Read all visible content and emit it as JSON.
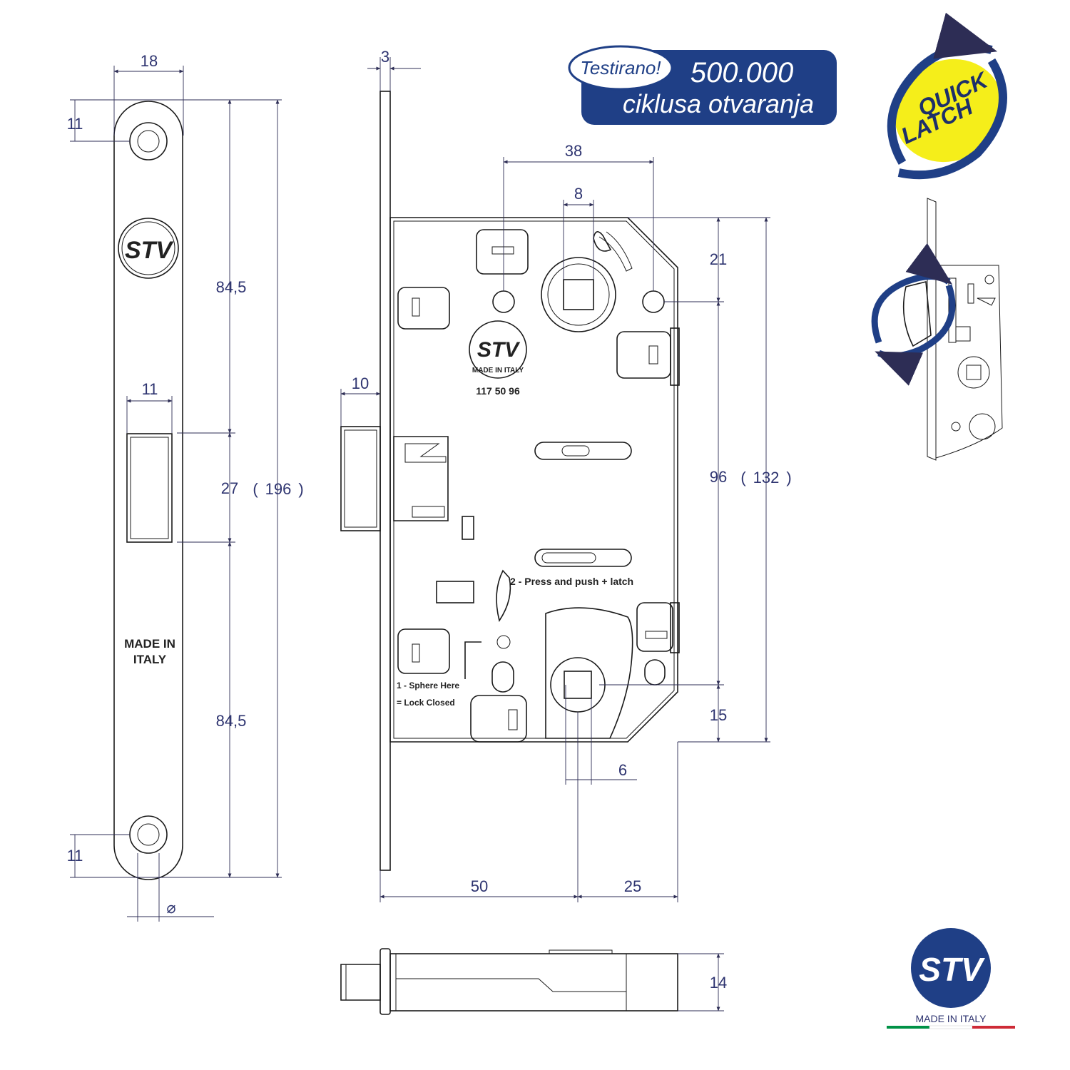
{
  "banner": {
    "tag": "Testirano!",
    "cycles": "500.000",
    "subtitle": "ciklusa otvaranja",
    "color": "#1f3f86"
  },
  "quick_latch": {
    "line1": "QUICK",
    "line2": "LATCH",
    "yellow": "#f5ee1a",
    "blue": "#1f3f86"
  },
  "faceplate": {
    "logo": "STV",
    "made_in": "MADE IN",
    "italy": "ITALY",
    "dims": {
      "width": "18",
      "hole_top": "11",
      "hole_bottom": "11",
      "upper": "84,5",
      "latch_height": "27",
      "total_open": "(",
      "total": "196",
      "total_close": ")",
      "lower": "84,5",
      "latch_width": "11",
      "hole_diameter": "⌀"
    }
  },
  "lock_body": {
    "logo": "STV",
    "made_in_italy": "MADE IN ITALY",
    "code": "117 50 96",
    "instruction_press": "2 - Press and push  +  latch",
    "instruction_sphere": "1 - Sphere Here",
    "instruction_closed": "= Lock Closed",
    "dims": {
      "plate_thickness": "3",
      "handle_to_screw": "38",
      "square": "8",
      "top_offset": "21",
      "latch_projection": "10",
      "center_distance": "96",
      "height_open": "(",
      "height": "132",
      "height_close": ")",
      "bottom_offset": "15",
      "key_square": "6",
      "backset": "50",
      "rear": "25",
      "body_thickness": "14"
    }
  },
  "brand_logo": {
    "text": "STV",
    "made_in_italy": "MADE IN ITALY",
    "colors": [
      "#009246",
      "#ffffff",
      "#ce2b37"
    ],
    "blue": "#1f3f86"
  }
}
